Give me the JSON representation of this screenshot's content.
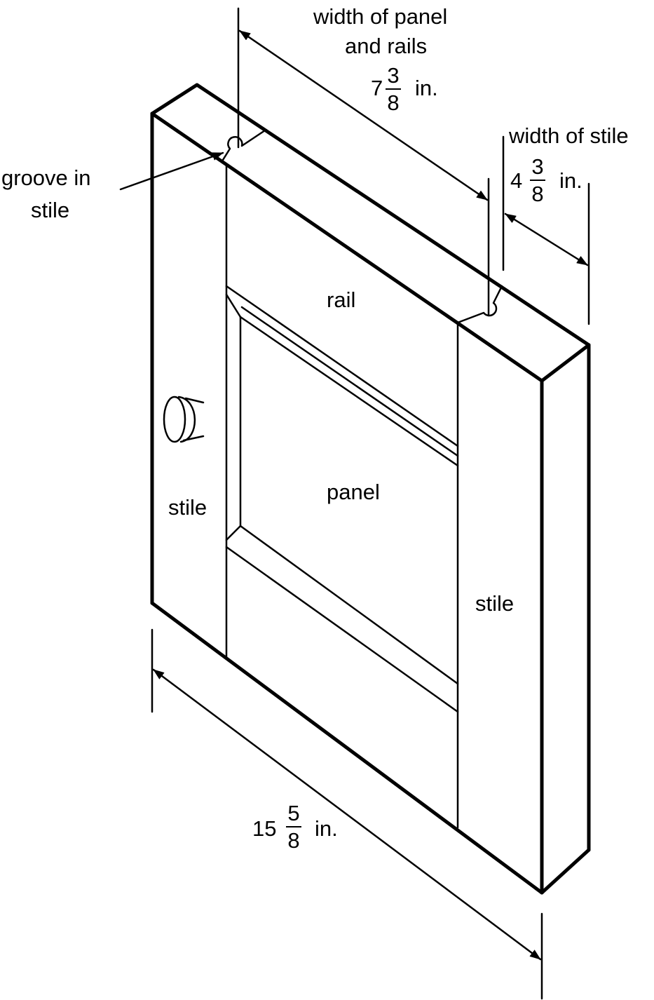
{
  "labels": {
    "top_dimension_line1": "width of panel",
    "top_dimension_line2": "and rails",
    "top_dimension_whole": "7",
    "top_dimension_num": "3",
    "top_dimension_den": "8",
    "top_dimension_unit": "in.",
    "stile_width_title": "width of stile",
    "stile_width_whole": "4",
    "stile_width_num": "3",
    "stile_width_den": "8",
    "stile_width_unit": "in.",
    "groove_line1": "groove in",
    "groove_line2": "stile",
    "rail": "rail",
    "panel": "panel",
    "stile_left": "stile",
    "stile_right": "stile",
    "bottom_dimension_whole": "15",
    "bottom_dimension_num": "5",
    "bottom_dimension_den": "8",
    "bottom_dimension_unit": "in."
  },
  "colors": {
    "ink": "#000000",
    "background": "#ffffff"
  }
}
